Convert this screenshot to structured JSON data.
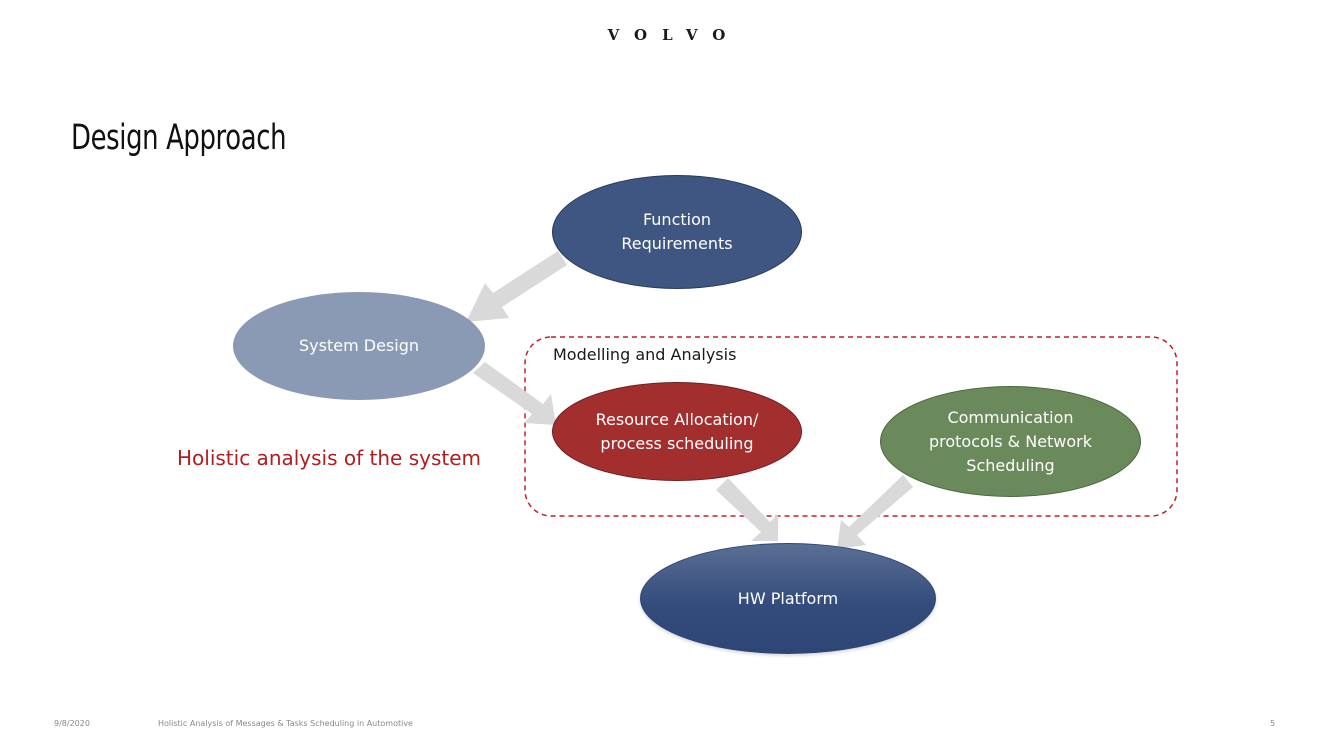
{
  "header": {
    "logo": "VOLVO"
  },
  "slide": {
    "title": "Design Approach",
    "subtitle_note": "Holistic analysis of the system"
  },
  "diagram": {
    "nodes": {
      "function_requirements": "Function\nRequirements",
      "system_design": "System Design",
      "resource_allocation": "Resource Allocation/\nprocess scheduling",
      "communication": "Communication\nprotocols & Network\nScheduling",
      "hw_platform": "HW Platform"
    },
    "group_label": "Modelling and Analysis",
    "colors": {
      "function_requirements": "#3e5681",
      "system_design": "#8a9ab5",
      "resource_allocation": "#a32e2e",
      "communication": "#6a8a5b",
      "hw_platform": "#344c7c",
      "arrow": "#d9d9d9",
      "group_border": "#c0202a",
      "note_text": "#b01e1e"
    }
  },
  "footer": {
    "date": "9/8/2020",
    "presentation_title": "Holistic Analysis of Messages & Tasks Scheduling in Automotive",
    "page_number": "5"
  }
}
